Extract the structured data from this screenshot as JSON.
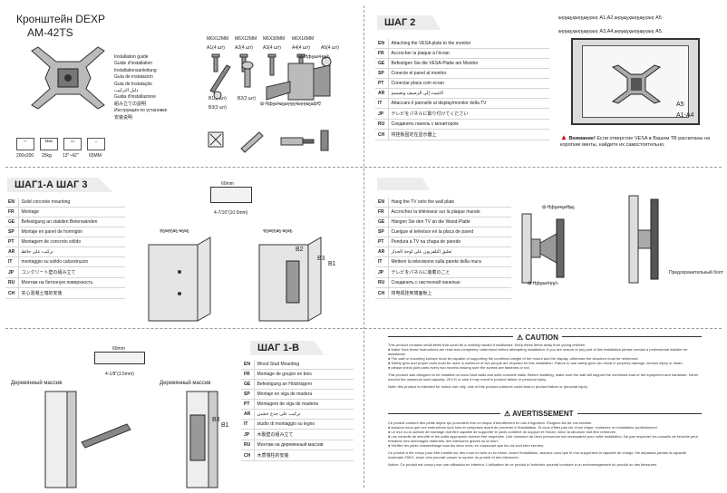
{
  "product": {
    "title_line1": "Кронштейн DEXP",
    "title_line2": "AM-42TS"
  },
  "guide_titles": [
    "Installation guide",
    "Guide d'installation",
    "Installationsanleitung",
    "Guía de instalación",
    "Guia de Instalação",
    "دليل التركيب",
    "Guida d'installazione",
    "組み立ての説明",
    "Инструкция по установке",
    "安装说明"
  ],
  "hardware": {
    "screws": [
      {
        "size": "M6X12MM",
        "qty": "A1(4 шт)"
      },
      {
        "size": "M6X12MM",
        "qty": "A2(4 шт)"
      },
      {
        "size": "M6X30MM",
        "qty": "A3(4 шт)"
      },
      {
        "size": "M6X16MM",
        "qty": "A4(4 шт)"
      },
      {
        "size": "",
        "qty": "A5(4 шт)"
      }
    ],
    "b1": "B1(3 шт)",
    "b2": "B2(3 шт)",
    "b3": "B3(3 шт)",
    "wall_plate_label": "ф-ҢфҕҩаӵҿҕҺ",
    "tv_arm_label": "ф-ҢфҕҩӵҩҕҩҿҿҕӵҩҿҿҩҕҩфҾ",
    "specs": [
      {
        "icon": "vesa",
        "value": "200x200"
      },
      {
        "icon": "weight",
        "value": "25kg"
      },
      {
        "icon": "size",
        "value": "13\"~42\""
      },
      {
        "icon": "depth",
        "value": "65MM"
      }
    ]
  },
  "step2": {
    "heading": "ШАГ 2",
    "rows": [
      {
        "code": "EN",
        "text": "Attaching the VESA plate to the monitor"
      },
      {
        "code": "FR",
        "text": "Accrocher la plaque à l'écran"
      },
      {
        "code": "GE",
        "text": "Befestigen Sie die VESA-Platte am Monitor"
      },
      {
        "code": "SP",
        "text": "Conecte el panel al monitor"
      },
      {
        "code": "PT",
        "text": "Conectar placa com ecran"
      },
      {
        "code": "AR",
        "text": "التثبيت إلى الرصيف وتصميم"
      },
      {
        "code": "IT",
        "text": "Attaccare il pannello al display/monitor della TV"
      },
      {
        "code": "JP",
        "text": "テレビをパネルに取り付けてください"
      },
      {
        "code": "RU",
        "text": "Соединить панель с монитором"
      },
      {
        "code": "CH",
        "text": "将挂板固定在显示器上"
      }
    ],
    "screw_note": "ҩҿҕҩҕҳҩҿҕҩҕҿҩҿ A1,A2,ҩҿҕҩҕҳҩҿҕҩҕҿҩҿ A5",
    "screw_note2": "ҩҿҕҩҕҳҩҿҕҩҕҿҩҿ A3,A4,ҩҿҕҩҕҳҩҿҕҩҕҿҩҿ A5.",
    "a5": "A5",
    "a1a4": "A1-A4",
    "warning_bold": "Внимание!",
    "warning_text": "Если отверстие VESA в Вашем ТВ расчитаны на короткие винты, найдите их самостоятельно."
  },
  "step1a": {
    "heading": "ШАГ1-А",
    "heading2": "ШАГ 3",
    "rows": [
      {
        "code": "EN",
        "text": "Solid concrete mounting"
      },
      {
        "code": "FR",
        "text": "Montage"
      },
      {
        "code": "GE",
        "text": "Befestigung an stabilen Betonwänden"
      },
      {
        "code": "SP",
        "text": "Montaje en panel de hormigón"
      },
      {
        "code": "PT",
        "text": "Montagem de concreto sólido"
      },
      {
        "code": "AR",
        "text": "تركيب على حائط"
      },
      {
        "code": "IT",
        "text": "montaggio su solido calcestruzzo"
      },
      {
        "code": "JP",
        "text": "コンクリート壁の組み立て"
      },
      {
        "code": "RU",
        "text": "Монтаж на бетонную поверхность"
      },
      {
        "code": "CH",
        "text": "实心混凝土墙的安装"
      }
    ],
    "dim_mm": "60mm",
    "dim_in": "4-7/16\"(10.5mm)",
    "wall_label_left": "ҿҕҩҿҕҩҕ-ҩҕҩҕ",
    "wall_label_right": "ҿҕҩҿҕҩҕ-ҩҕҩҕ",
    "b1": "B1",
    "b2": "B2",
    "b3": "B3"
  },
  "step1b": {
    "heading": "ШАГ 1-B",
    "rows": [
      {
        "code": "EN",
        "text": "Wood Stud Mounting"
      },
      {
        "code": "FR",
        "text": "Montage de goujon en bois"
      },
      {
        "code": "GE",
        "text": "Befestigung an Holzträgern"
      },
      {
        "code": "SP",
        "text": "Montaje en viga de madera"
      },
      {
        "code": "PT",
        "text": "Montagem de viga de madeira"
      },
      {
        "code": "AR",
        "text": "تركيب على جذع خشبي"
      },
      {
        "code": "IT",
        "text": "studio di montaggio su legno"
      },
      {
        "code": "JP",
        "text": "木製壁の組み立て"
      },
      {
        "code": "RU",
        "text": "Монтаж на деревянный массив"
      },
      {
        "code": "CH",
        "text": "木质墙柱的安装"
      }
    ],
    "dim_mm": "60mm",
    "dim_in": "4-1/8\"(3.5mm)",
    "wood_left": "Деревянный массив",
    "wood_right": "Деревянный массив",
    "b1": "B1",
    "b3": "B3"
  },
  "step4": {
    "heading": "",
    "rows": [
      {
        "code": "EN",
        "text": "Hang the TV onto the wall plate"
      },
      {
        "code": "FR",
        "text": "Accrochez la téléviseur sur la plaque murale"
      },
      {
        "code": "GE",
        "text": "Hängen Sie den TV an die Wand-Platte"
      },
      {
        "code": "SP",
        "text": "Cuelgue el televisor en la placa de pared"
      },
      {
        "code": "PT",
        "text": "Pendura a TV na chapa de parede"
      },
      {
        "code": "AR",
        "text": "تعليق التلفزيون على لوحة الجدار"
      },
      {
        "code": "IT",
        "text": "Mettere la televisione sulla parete della mura"
      },
      {
        "code": "JP",
        "text": "テレビをパネルに装着のこと"
      },
      {
        "code": "RU",
        "text": "Соединить с настенной панелью"
      },
      {
        "code": "CH",
        "text": "将电视挂到墙面板上"
      }
    ],
    "label_top": "ф-ҢфҕҩҹҕҩҢҩҕ",
    "label_bottom": "ф-ҢфҕҩаӵҿҕҺ",
    "safety_bolt": "Предохранительный болт"
  },
  "caution": {
    "title": "CAUTION",
    "lines": [
      "This product contains small items that could be a choking hazard if swallowed. Keep these items away from young children.",
      "● Make Sure these Instructions are read and completely understood before attempting Installation. If you are unsure of any part of this installation please contact a professional installer for assistance.",
      "● The wall or mounting surface must be capable of supporting the combined weight of the mount and the display, otherwise the structure must be reinforced.",
      "● Safety gear and proper tools must be used. A minimum of two people are required for this installation. Failure to use safety gear can result in property damage, serious injury or death.",
      "● please check joint parts every two months making sure the screws are fastened or not.",
      "This product was designed to be installed on wood stud walls and solid concrete walls. Before installing, make sure the wall will support the combined load of the equipment and hardware. Never exceed the maximum load capacity: 25 KG or else it may result in product failure or personal injury.",
      "Note: this product is intended for indoor use only. Use of this product outdoors could lead to product failure or personal injury."
    ]
  },
  "avertissement": {
    "title": "AVERTISSEMENT",
    "lines": [
      "Ce produit contient des petits objets qui pourraient être un risque d'étouffement en cas d'ingestion. Éloignez-les de vos enfants.",
      "● Assurez-vous que ces instructions sont lues et comprises avant de procéder à l'installation. Si vous n'êtes pas sûr d'une étape, contactez un installateur professionnel.",
      "● Le mur ou la surface de montage doit être capable de supporter le poids combiné du support et l'écran, sinon la structure doit être renforcée.",
      "● Les conseils de sécurité et les outils appropriés doivent être respectés. Une minimum de deux personnes est nécessaires pour cette installation. Ne pas respecter les conseils de sécurité peut entraîner des dommages matériels, des blessures graves ou la mort.",
      "● Vérifiez les joints d'assemblage tous les deux mois, en s'assurant que les vis sont bien serrées.",
      "Ce produit a été conçu pour être installé sur des murs en bois ou en béton. Avant l'installation, assurez-vous que le mur supportera la capacité de charge. Ne dépassez jamais la capacité maximale 25KG, sinon cela pourrait causer la rupture du produit et des blessures.",
      "Notice: Ce produit est conçu pour une utilisation en intérieur. L'utilisation de ce produit à l'extérieur pourrait conduire à un endommagement du produit ou des blessures."
    ]
  }
}
